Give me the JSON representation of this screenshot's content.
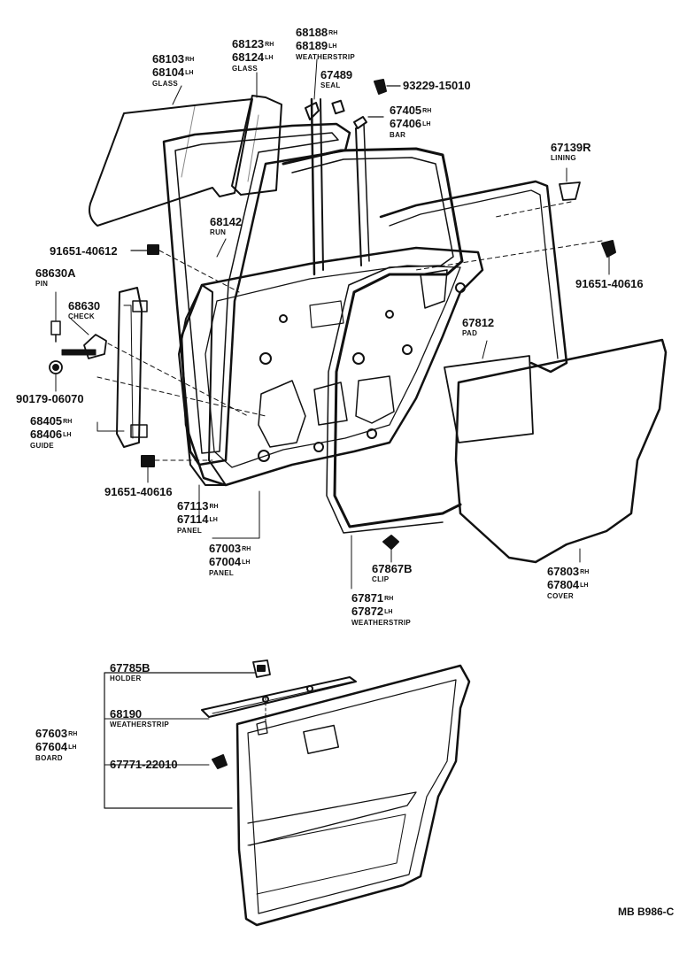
{
  "labels": {
    "glass_front": {
      "n1": "68103",
      "s1": "RH",
      "n2": "68104",
      "s2": "LH",
      "desc": "GLASS"
    },
    "glass_rear": {
      "n1": "68123",
      "s1": "RH",
      "n2": "68124",
      "s2": "LH",
      "desc": "GLASS"
    },
    "weatherstrip_top": {
      "n1": "68188",
      "s1": "RH",
      "n2": "68189",
      "s2": "LH",
      "desc": "WEATHERSTRIP"
    },
    "seal": {
      "n1": "67489",
      "desc": "SEAL"
    },
    "screw_93229": {
      "n1": "93229-15010"
    },
    "bar": {
      "n1": "67405",
      "s1": "RH",
      "n2": "67406",
      "s2": "LH",
      "desc": "BAR"
    },
    "lining": {
      "n1": "67139R",
      "desc": "LINING"
    },
    "run": {
      "n1": "68142",
      "desc": "RUN"
    },
    "bolt_40612": {
      "n1": "91651-40612"
    },
    "pin": {
      "n1": "68630A",
      "desc": "PIN"
    },
    "check": {
      "n1": "68630",
      "desc": "CHECK"
    },
    "bolt_40616_right": {
      "n1": "91651-40616"
    },
    "pad": {
      "n1": "67812",
      "desc": "PAD"
    },
    "nut_06070": {
      "n1": "90179-06070"
    },
    "guide": {
      "n1": "68405",
      "s1": "RH",
      "n2": "68406",
      "s2": "LH",
      "desc": "GUIDE"
    },
    "bolt_40616_left": {
      "n1": "91651-40616"
    },
    "panel_inner": {
      "n1": "67113",
      "s1": "RH",
      "n2": "67114",
      "s2": "LH",
      "desc": "PANEL"
    },
    "panel_door": {
      "n1": "67003",
      "s1": "RH",
      "n2": "67004",
      "s2": "LH",
      "desc": "PANEL"
    },
    "clip": {
      "n1": "67867B",
      "desc": "CLIP"
    },
    "cover": {
      "n1": "67803",
      "s1": "RH",
      "n2": "67804",
      "s2": "LH",
      "desc": "COVER"
    },
    "weatherstrip_door": {
      "n1": "67871",
      "s1": "RH",
      "n2": "67872",
      "s2": "LH",
      "desc": "WEATHERSTRIP"
    },
    "holder": {
      "n1": "67785B",
      "desc": "HOLDER"
    },
    "weatherstrip_belt": {
      "n1": "68190",
      "desc": "WEATHERSTRIP"
    },
    "board": {
      "n1": "67603",
      "s1": "RH",
      "n2": "67604",
      "s2": "LH",
      "desc": "BOARD"
    },
    "clip_22010": {
      "n1": "67771-22010"
    }
  },
  "figure_ref": "MB B986-C",
  "colors": {
    "ink": "#111111",
    "paper": "#ffffff"
  }
}
